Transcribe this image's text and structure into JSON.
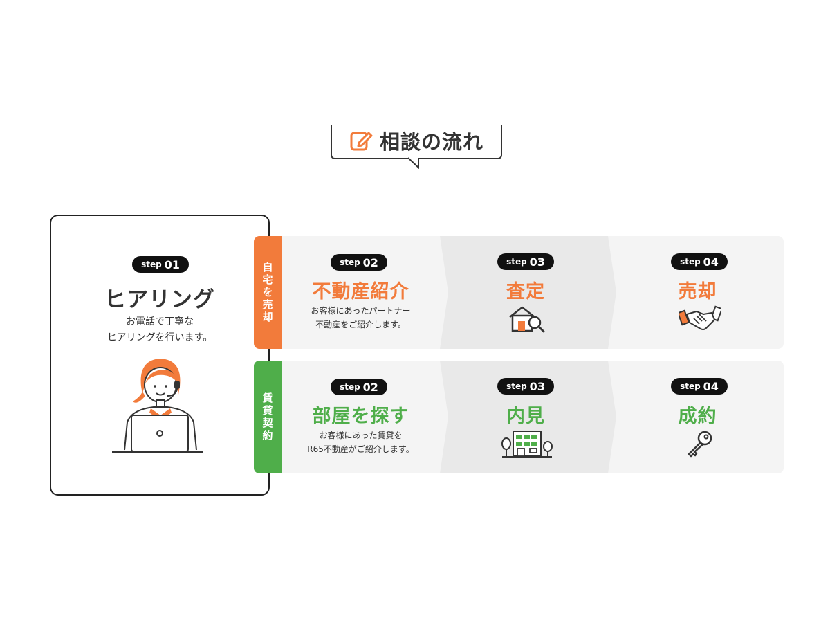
{
  "title": "相談の流れ",
  "step1": {
    "badge_prefix": "step",
    "badge_num": "01",
    "heading": "ヒアリング",
    "desc_line1": "お電話で丁寧な",
    "desc_line2": "ヒアリングを行います。"
  },
  "rows": [
    {
      "tab": "自宅を売却",
      "steps": [
        {
          "badge_prefix": "step",
          "badge_num": "02",
          "heading": "不動産紹介",
          "line1": "お客様にあったパートナー",
          "line2": "不動産をご紹介します。"
        },
        {
          "badge_prefix": "step",
          "badge_num": "03",
          "heading": "査定",
          "icon": "house-search-icon"
        },
        {
          "badge_prefix": "step",
          "badge_num": "04",
          "heading": "売却",
          "icon": "handshake-icon"
        }
      ]
    },
    {
      "tab": "賃貸契約",
      "steps": [
        {
          "badge_prefix": "step",
          "badge_num": "02",
          "heading": "部屋を探す",
          "line1": "お客様にあった賃貸を",
          "line2": "R65不動産がご紹介します。"
        },
        {
          "badge_prefix": "step",
          "badge_num": "03",
          "heading": "内見",
          "icon": "building-icon"
        },
        {
          "badge_prefix": "step",
          "badge_num": "04",
          "heading": "成約",
          "icon": "key-icon"
        }
      ]
    }
  ],
  "colors": {
    "orange": "#f27b3b",
    "green": "#4fae4a",
    "dark": "#111111",
    "panel": "#f4f4f4",
    "panel_mid": "#e9e9e9"
  }
}
